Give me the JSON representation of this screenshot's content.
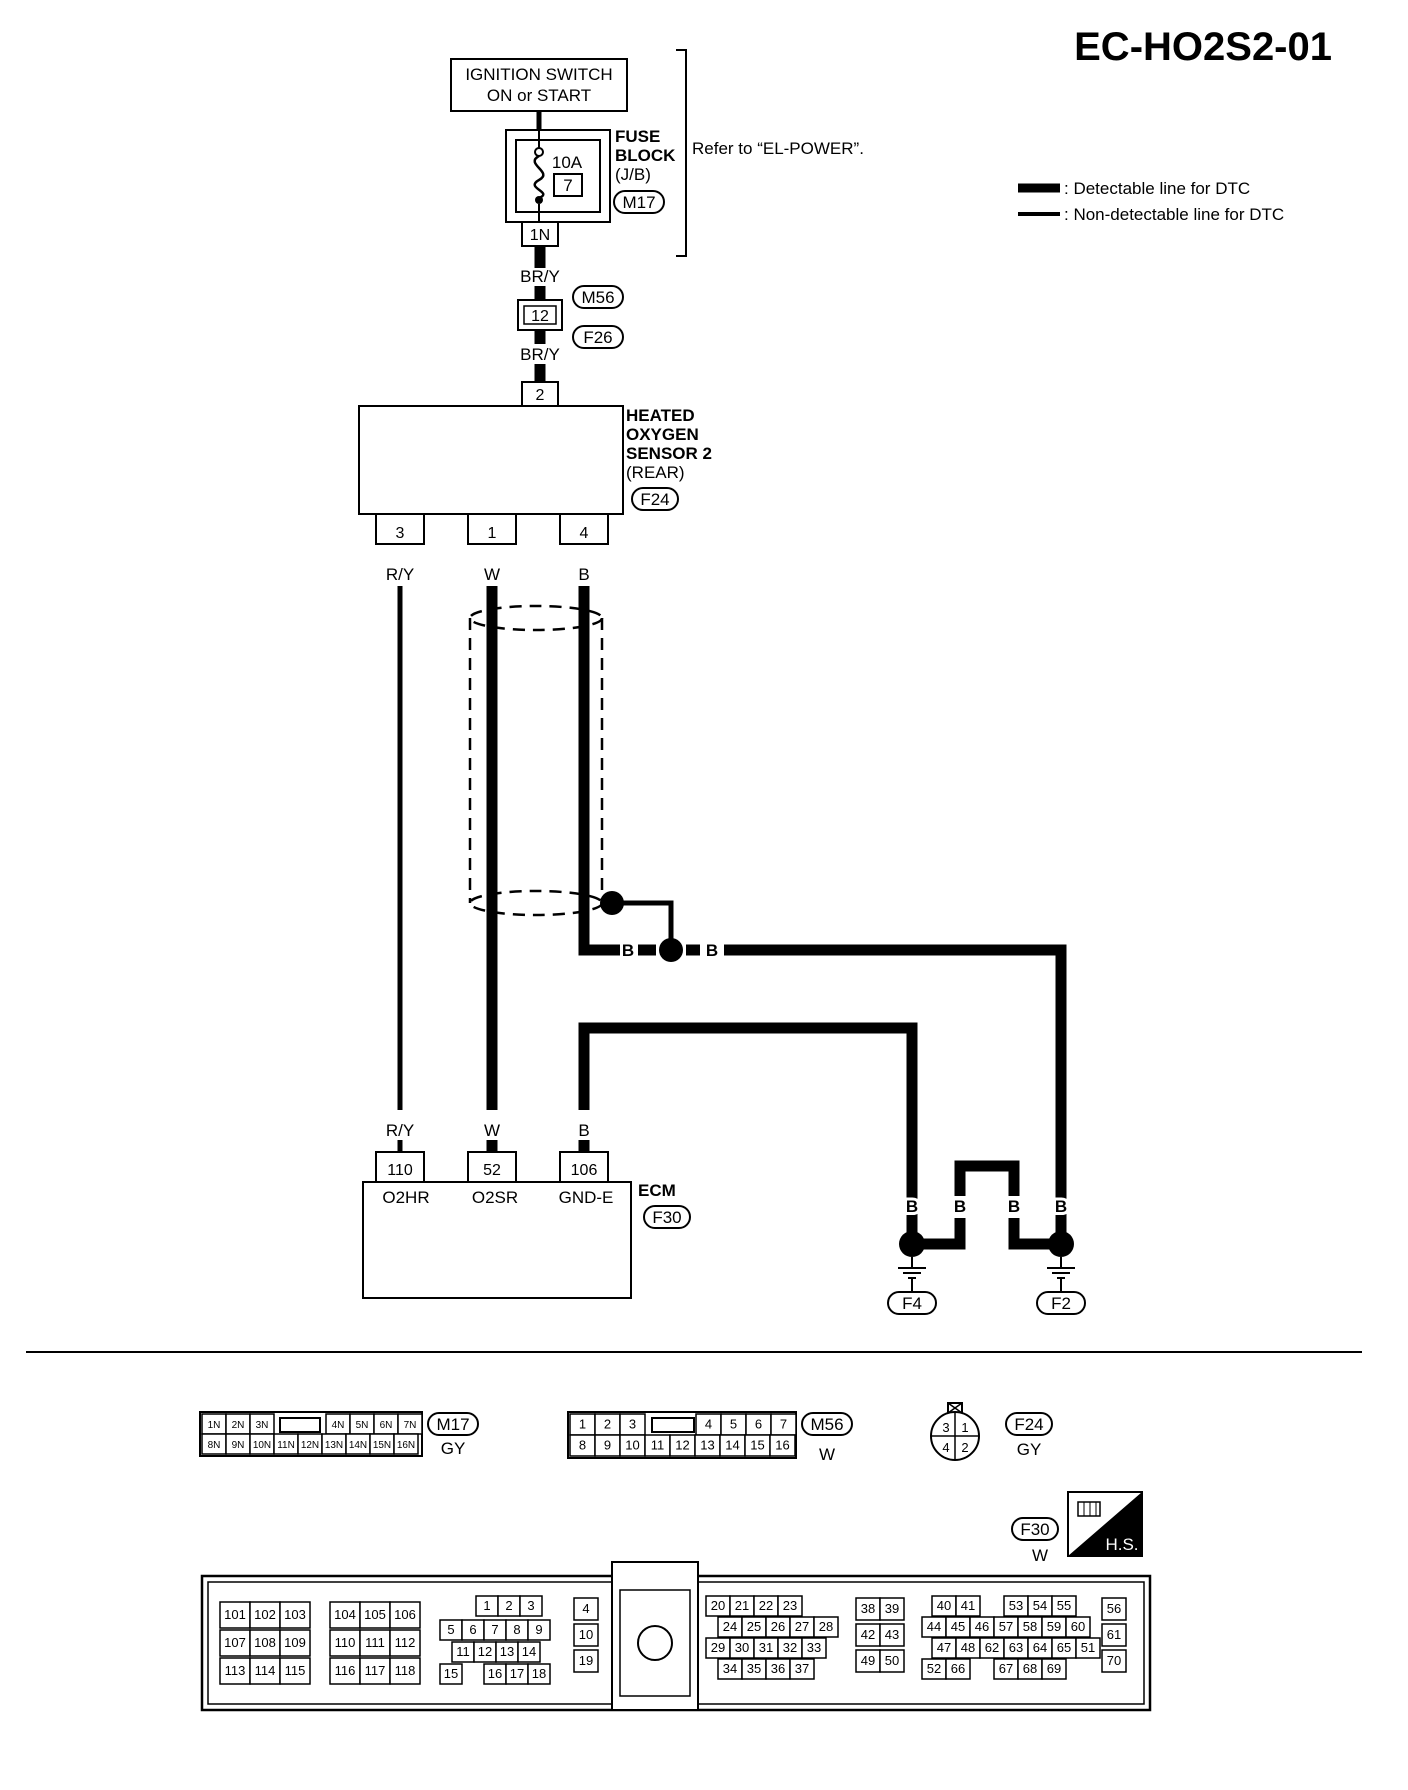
{
  "diagram_id": "EC-HO2S2-01",
  "legend": {
    "detectable": ": Detectable line for DTC",
    "non_detectable": ": Non-detectable line for DTC"
  },
  "ignition": {
    "line1": "IGNITION SWITCH",
    "line2": "ON or START"
  },
  "fuse_block": {
    "line1": "FUSE",
    "line2": "BLOCK",
    "line3": "(J/B)",
    "rating": "10A",
    "number": "7",
    "connector": "M17",
    "terminal": "1N",
    "refer": "Refer to “EL-POWER”."
  },
  "wires": {
    "bry_1": "BR/Y",
    "bry_2": "BR/Y",
    "ry_top": "R/Y",
    "w_top": "W",
    "b_top": "B",
    "ry_bot": "R/Y",
    "w_bot": "W",
    "b_bot": "B",
    "b_mid1": "B",
    "b_mid2": "B",
    "g1": "B",
    "g2": "B",
    "g3": "B",
    "g4": "B"
  },
  "joint": {
    "pin": "12",
    "conn_top": "M56",
    "conn_bot": "F26"
  },
  "sensor": {
    "line1": "HEATED",
    "line2": "OXYGEN",
    "line3": "SENSOR 2",
    "line4": "(REAR)",
    "connector": "F24",
    "pin_top": "2",
    "pin_a": "3",
    "pin_b": "1",
    "pin_c": "4"
  },
  "ecm": {
    "name": "ECM",
    "connector": "F30",
    "pins": [
      "110",
      "52",
      "106"
    ],
    "signals": [
      "O2HR",
      "O2SR",
      "GND-E"
    ]
  },
  "grounds": {
    "left": "F4",
    "right": "F2"
  },
  "connectors": {
    "m17": {
      "id": "M17",
      "color": "GY",
      "top": [
        "1N",
        "2N",
        "3N",
        "4N",
        "5N",
        "6N",
        "7N"
      ],
      "bottom": [
        "8N",
        "9N",
        "10N",
        "11N",
        "12N",
        "13N",
        "14N",
        "15N",
        "16N"
      ]
    },
    "m56": {
      "id": "M56",
      "color": "W",
      "top": [
        "1",
        "2",
        "3",
        "4",
        "5",
        "6",
        "7"
      ],
      "bottom": [
        "8",
        "9",
        "10",
        "11",
        "12",
        "13",
        "14",
        "15",
        "16"
      ]
    },
    "f24": {
      "id": "F24",
      "color": "GY",
      "pins": [
        "3",
        "1",
        "4",
        "2"
      ]
    },
    "f30": {
      "id": "F30",
      "color": "W",
      "hs": "H.S.",
      "g1": [
        "101",
        "102",
        "103",
        "107",
        "108",
        "109",
        "113",
        "114",
        "115"
      ],
      "g2": [
        "104",
        "105",
        "106",
        "110",
        "111",
        "112",
        "116",
        "117",
        "118"
      ],
      "g3": [
        "1",
        "2",
        "3",
        "5",
        "6",
        "7",
        "8",
        "9",
        "11",
        "12",
        "13",
        "14",
        "15",
        "16",
        "17",
        "18"
      ],
      "g4": [
        "4",
        "10",
        "19"
      ],
      "g5": [
        "20",
        "21",
        "22",
        "23",
        "24",
        "25",
        "26",
        "27",
        "28",
        "29",
        "30",
        "31",
        "32",
        "33",
        "34",
        "35",
        "36",
        "37"
      ],
      "g6": [
        "38",
        "39",
        "42",
        "43",
        "49",
        "50"
      ],
      "g7": [
        "40",
        "41",
        "53",
        "54",
        "55",
        "44",
        "45",
        "46",
        "57",
        "58",
        "59",
        "60",
        "47",
        "48",
        "62",
        "63",
        "64",
        "65",
        "51",
        "52",
        "66",
        "67",
        "68",
        "69"
      ],
      "g8": [
        "56",
        "61",
        "70"
      ]
    }
  }
}
